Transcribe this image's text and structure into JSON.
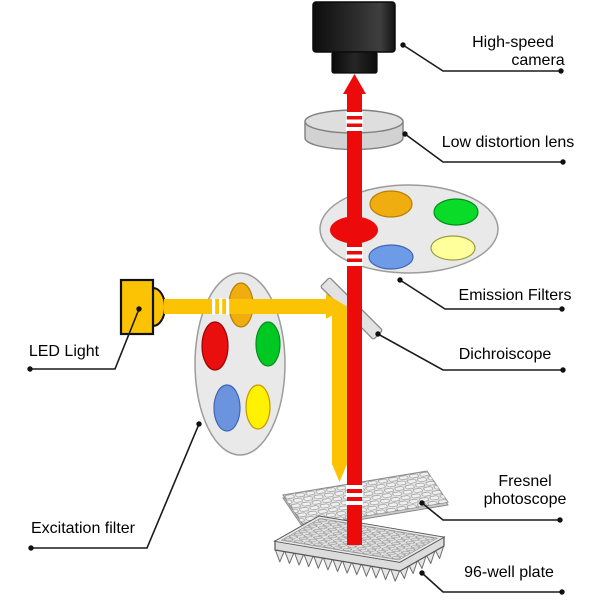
{
  "diagram": {
    "labels": {
      "camera_line1": "High-speed",
      "camera_line2": "camera",
      "lens": "Low distortion lens",
      "emission_filters": "Emission Filters",
      "dichroiscope": "Dichroiscope",
      "led_light": "LED Light",
      "excitation_filter": "Excitation filter",
      "fresnel_line1": "Fresnel",
      "fresnel_line2": "photoscope",
      "well_plate": "96-well plate"
    },
    "colors": {
      "beam_red": "#ED0A0A",
      "beam_yellow": "#FBC303",
      "led_body": "#FBC303",
      "wheel_fill": "#E9E9E9",
      "emission_orange": "#F0AD0F",
      "emission_green": "#0ADB28",
      "emission_yellow": "#FFFF9C",
      "emission_blue": "#6D9BE8",
      "active_filter_red": "#ED0A0A",
      "excitation_orange": "#F0AD0F",
      "excitation_red": "#E90F0F",
      "excitation_green": "#00C823",
      "excitation_blue": "#6B93DE",
      "excitation_yellow": "#FFF200",
      "camera_body": "#1C1C1C",
      "lens_fill": "#DEDEDE",
      "plate_fill": "#E9E9E9"
    }
  }
}
